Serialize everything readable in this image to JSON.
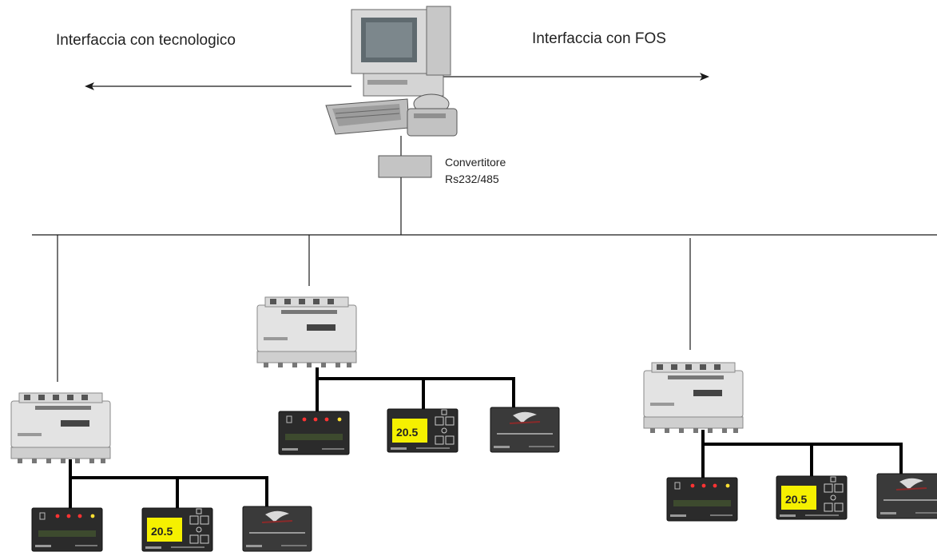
{
  "labels": {
    "left_interface": "Interfaccia con tecnologico",
    "right_interface": "Interfaccia con FOS",
    "converter_line1": "Convertitore",
    "converter_line2": "Rs232/485"
  },
  "devices": {
    "room_unit_display_value": "20.5"
  },
  "colors": {
    "line": "#1a1a1a",
    "display_yellow": "#f5f000",
    "panel_dark": "#2b2b2b",
    "converter_fill": "#c4c4c4"
  },
  "icons": {
    "computer": "workstation-icon",
    "controller": "din-rail-controller-icon",
    "panel_led": "led-status-panel-icon",
    "panel_thermo": "room-thermostat-icon",
    "panel_logo": "branded-operator-panel-icon"
  }
}
